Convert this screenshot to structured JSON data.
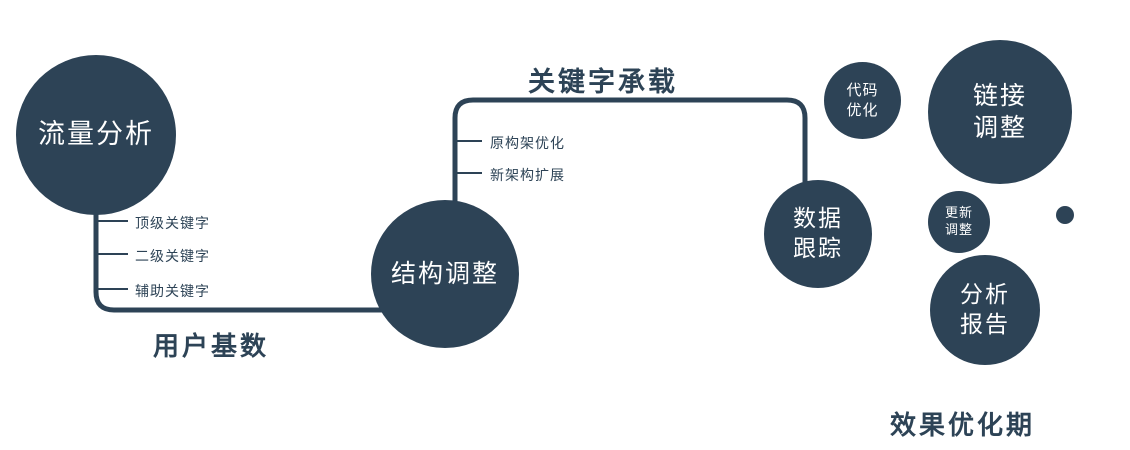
{
  "colors": {
    "primary": "#2d4356",
    "node_text": "#ffffff",
    "background": "#ffffff"
  },
  "nodes": {
    "traffic": {
      "label": "流量分析"
    },
    "structure": {
      "label": "结构调整"
    },
    "tracking": {
      "line1": "数据",
      "line2": "跟踪"
    },
    "code": {
      "line1": "代码",
      "line2": "优化"
    },
    "link": {
      "line1": "链接",
      "line2": "调整"
    },
    "update": {
      "line1": "更新",
      "line2": "调整"
    },
    "report": {
      "line1": "分析",
      "line2": "报告"
    }
  },
  "edge_labels": {
    "user_base": "用户基数",
    "keyword_load": "关键字承载",
    "effect_phase": "效果优化期"
  },
  "branches": {
    "traffic": [
      "顶级关键字",
      "二级关键字",
      "辅助关键字"
    ],
    "structure": [
      "原构架优化",
      "新架构扩展"
    ]
  }
}
